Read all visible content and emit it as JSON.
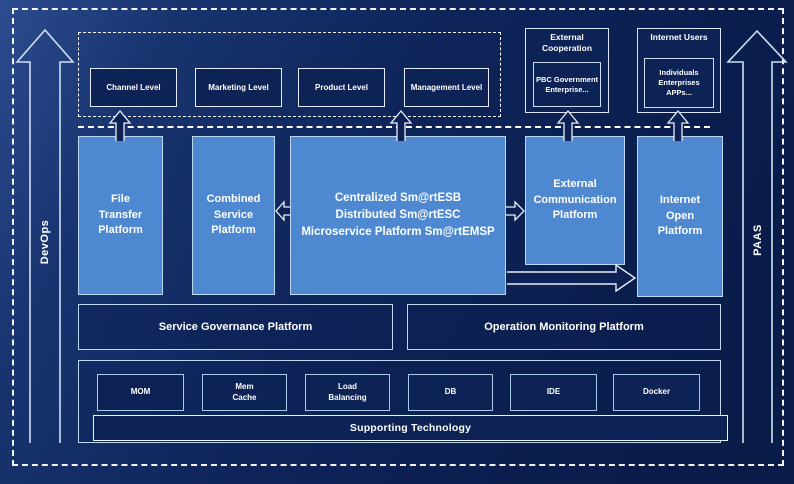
{
  "side_rails": {
    "left_label": "DevOps",
    "right_label": "PAAS"
  },
  "top_levels": {
    "items": [
      {
        "label": "Channel Level"
      },
      {
        "label": "Marketing Level"
      },
      {
        "label": "Product Level"
      },
      {
        "label": "Management Level"
      }
    ]
  },
  "external_cooperation": {
    "title_line1": "External",
    "title_line2": "Cooperation",
    "member_line1": "PBC Government",
    "member_line2": "Enterprise..."
  },
  "internet_users": {
    "title": "Internet Users",
    "member_line1": "Individuals",
    "member_line2": "Enterprises",
    "member_line3": "APPs..."
  },
  "platforms": {
    "file_transfer": {
      "line1": "File",
      "line2": "Transfer",
      "line3": "Platform"
    },
    "combined_service": {
      "line1": "Combined",
      "line2": "Service",
      "line3": "Platform"
    },
    "central": {
      "line1": "Centralized Sm@rtESB",
      "line2": "Distributed Sm@rtESC",
      "line3": "Microservice Platform Sm@rtEMSP"
    },
    "external_communication": {
      "line1": "External",
      "line2": "Communication",
      "line3": "Platform"
    },
    "internet_open": {
      "line1": "Internet",
      "line2": "Open",
      "line3": "Platform"
    }
  },
  "governance": {
    "service_governance": "Service Governance Platform",
    "operation_monitoring": "Operation Monitoring Platform"
  },
  "supporting": {
    "banner": "Supporting Technology",
    "techs": [
      {
        "line1": "MOM",
        "line2": ""
      },
      {
        "line1": "Mem",
        "line2": "Cache"
      },
      {
        "line1": "Load",
        "line2": "Balancing"
      },
      {
        "line1": "DB",
        "line2": ""
      },
      {
        "line1": "IDE",
        "line2": ""
      },
      {
        "line1": "Docker",
        "line2": ""
      }
    ]
  },
  "colors": {
    "background_navy": "#0d2154",
    "panel_blue": "#4d88d0",
    "border_light": "#bdd7ee",
    "dashed_white": "#ffffff"
  }
}
